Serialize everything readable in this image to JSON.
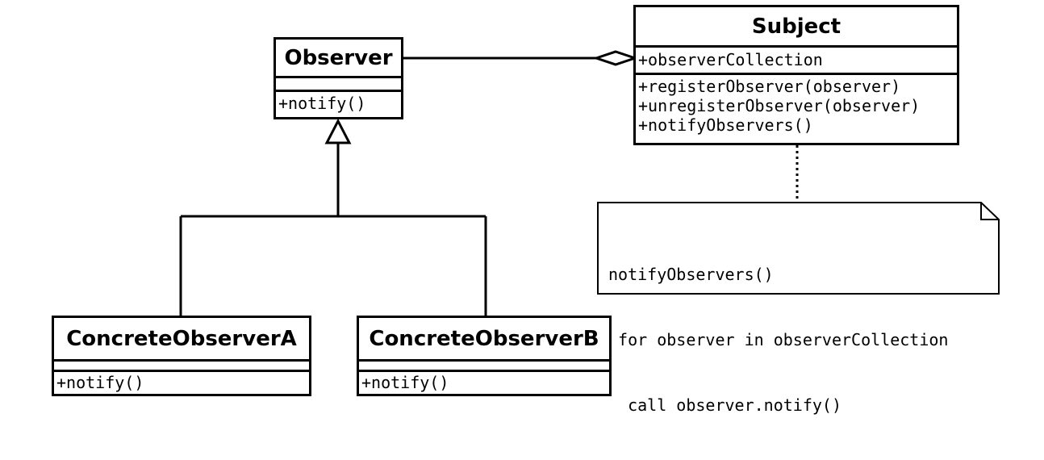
{
  "colors": {
    "stroke": "#000000",
    "background": "#ffffff"
  },
  "observer": {
    "name": "Observer",
    "attributes": [],
    "operations": [
      "+notify()"
    ]
  },
  "subject": {
    "name": "Subject",
    "attributes": [
      "+observerCollection"
    ],
    "operations": [
      "+registerObserver(observer)",
      "+unregisterObserver(observer)",
      "+notifyObservers()"
    ]
  },
  "concrete_a": {
    "name": "ConcreteObserverA",
    "attributes": [],
    "operations": [
      "+notify()"
    ]
  },
  "concrete_b": {
    "name": "ConcreteObserverB",
    "attributes": [],
    "operations": [
      "+notify()"
    ]
  },
  "note": {
    "lines": [
      "notifyObservers()",
      " for observer in observerCollection",
      "  call observer.notify()"
    ]
  },
  "relationships": [
    {
      "type": "aggregation",
      "from": "Subject",
      "to": "Observer"
    },
    {
      "type": "generalization",
      "from": "ConcreteObserverA",
      "to": "Observer"
    },
    {
      "type": "generalization",
      "from": "ConcreteObserverB",
      "to": "Observer"
    },
    {
      "type": "note-anchor",
      "from": "note",
      "to": "Subject"
    }
  ]
}
